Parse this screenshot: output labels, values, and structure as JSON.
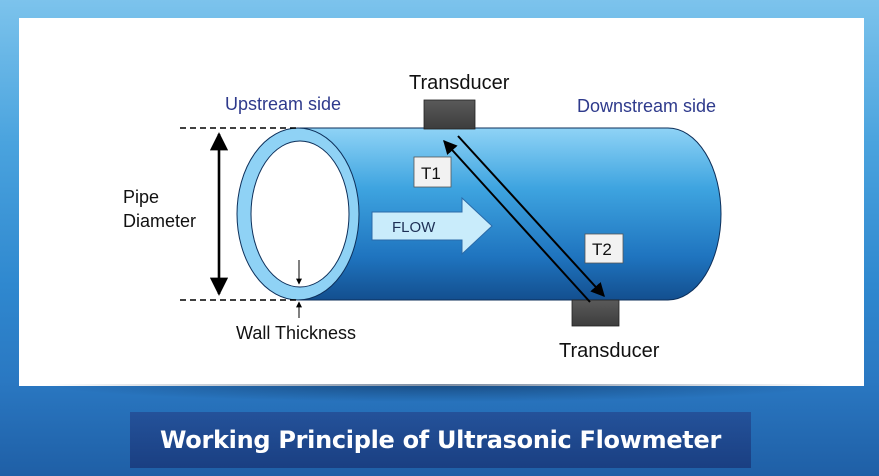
{
  "labels": {
    "upstream": "Upstream side",
    "downstream": "Downstream side",
    "transducer_top": "Transducer",
    "transducer_bottom": "Transducer",
    "pipe_diameter_line1": "Pipe",
    "pipe_diameter_line2": "Diameter",
    "wall_thickness": "Wall Thickness",
    "flow": "FLOW",
    "t1": "T1",
    "t2": "T2"
  },
  "title": "Working Principle of Ultrasonic Flowmeter",
  "colors": {
    "side_label": "#2e3a8c",
    "pipe_light": "#6ec3ef",
    "pipe_dark": "#1a5fa3",
    "ring": "#8fd0f5",
    "flow_arrow": "#c9ecfb",
    "transducer": "#4a4a4a",
    "banner": "#1f4890"
  }
}
